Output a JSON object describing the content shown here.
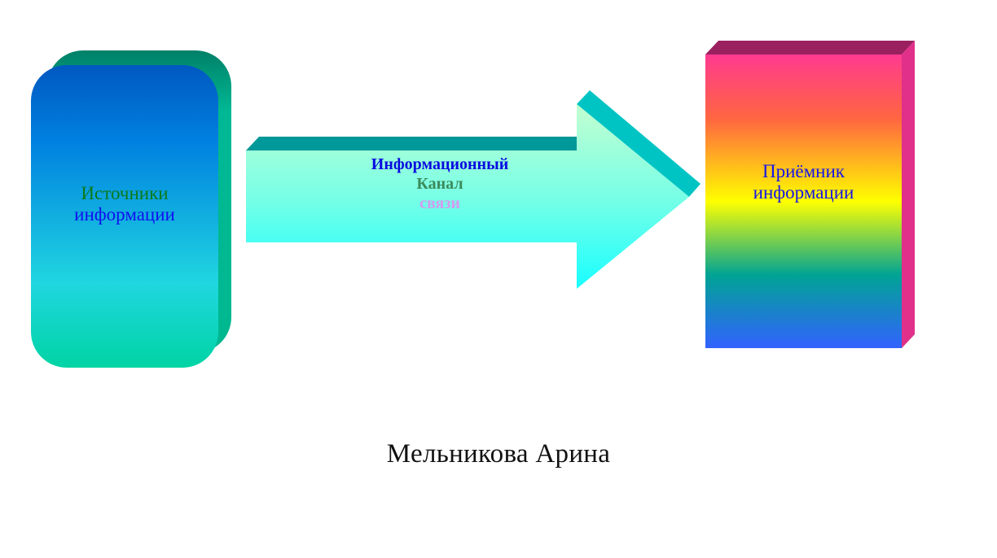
{
  "diagram": {
    "source": {
      "line1": "Источники",
      "line2": "информации",
      "colors": {
        "top": "#0060c0",
        "mid": "#20d8e0",
        "bottom": "#00d8a8",
        "side": "#00b890",
        "line1": "#0a7a1a",
        "line2": "#1010ee"
      }
    },
    "channel": {
      "line1": "Информационный",
      "line2": "Канал",
      "line3": "связи",
      "colors": {
        "top": "#c0ffd0",
        "bottom": "#20ffff",
        "edge": "#009898",
        "head_edge": "#00c4c4",
        "line1": "#0a0ae0",
        "line2": "#3a8a5a",
        "line3": "#d49af0"
      }
    },
    "receiver": {
      "line1": "Приёмник",
      "line2": "информации",
      "colors": {
        "top": "#ff3a90",
        "orange": "#ff6a40",
        "yellow": "#ffff00",
        "teal": "#00a090",
        "bottom": "#3060ff",
        "top_face": "#9a2060",
        "side_face": "#e0308a",
        "text": "#1515e8"
      }
    }
  },
  "footer": {
    "author": "Мельникова Арина"
  }
}
